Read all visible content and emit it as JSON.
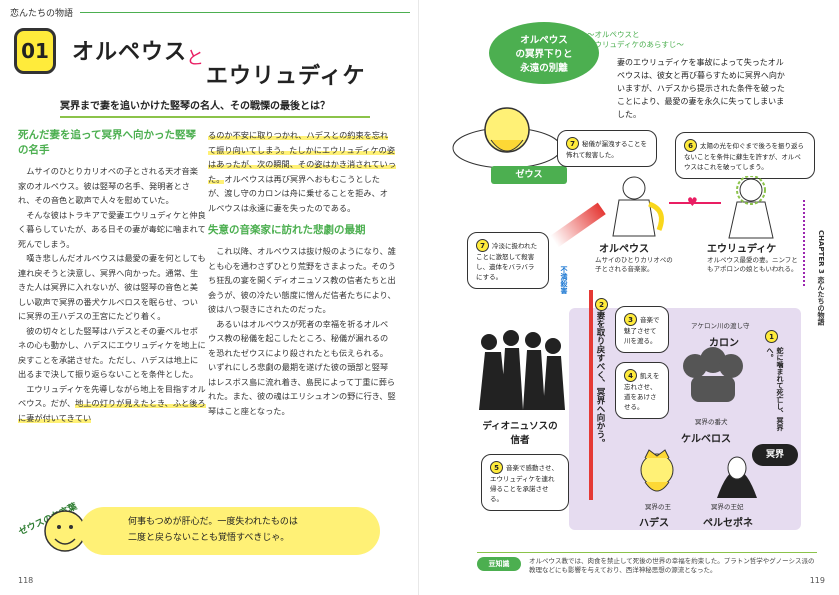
{
  "left": {
    "header_small": "恋んたちの物語",
    "badge": "01",
    "title_part1": "オルペウス",
    "title_to": "と",
    "title_part2": "エウリュディケ",
    "subtitle": "冥界まで妻を追いかけた竪琴の名人、その戦慄の最後とは？",
    "col1": {
      "heading": "死んだ妻を追って冥界へ向かった竪琴の名手",
      "paragraphs": [
        "ムサイのひとりカリオペの子とされる天才音楽家のオルペウス。彼は竪琴の名手、発明者とされ、その音色と歌声で人々を慰めていた。",
        "そんな彼はトラキアで愛妻エウリュディケと仲良く暮らしていたが、ある日その妻が毒蛇に噛まれて死んでしまう。",
        "嘆き悲しんだオルペウスは最愛の妻を何としても連れ戻そうと決意し、冥界へ向かった。通常、生きた人は冥界に入れないが、彼は竪琴の音色と美しい歌声で冥界の番犬ケルベロスを眠らせ、ついに冥界の王ハデスの王宮にたどり着く。",
        "彼の切々とした竪琴はハデスとその妻ペルセポネの心も動かし、ハデスにエウリュディケを地上に戻すことを承諾させた。ただし、ハデスは地上に出るまで決して振り返らないことを条件とした。",
        "エウリュディケを先導しながら地上を目指すオルペウス。だが、"
      ],
      "highlight_end": "地上の灯りが見えたとき、ふと後ろに妻が付いてきてい"
    },
    "col2": {
      "highlight_start": "るのか不安に取りつかれ、ハデスとの約束を忘れて振り向いてしまう。たしかにエウリュディケの姿はあったが、次の瞬間、その姿はかき消されていった。",
      "p1_rest": "オルペウスは再び冥界へおもむこうとしたが、渡し守のカロンは舟に乗せることを拒み、オルペウスは永遠に妻を失ったのである。",
      "heading": "失意の音楽家に訪れた悲劇の最期",
      "paragraphs": [
        "これ以降、オルペウスは抜け殻のようになり、誰とも心を通わさずひとり荒野をさまよった。そのうち狂乱の宴を開くディオニュソス教の信者たちと出会うが、彼の冷たい態度に憎んだ信者たちにより、彼は八つ裂きにされたのだった。",
        "あるいはオルペウスが死者の幸福を祈るオルペウス教の秘儀を起こしたところ、秘儀が漏れるのを恐れたゼウスにより殺されたとも伝えられる。いずれにしろ悲劇の最期を遂げた彼の頭部と竪琴はレスボス島に流れ着き、島民によって丁重に葬られた。また、彼の魂はエリシュオンの野に行き、竪琴はこと座となった。"
      ]
    },
    "zeus_label": "ゼウスのお言葉",
    "zeus_quote_line1": "何事もつめが肝心だ。一度失われたものは",
    "zeus_quote_line2": "二度と戻らないことも覚悟すべきじゃ。",
    "page_number": "118"
  },
  "right": {
    "ribbon_line1": "オルペウス",
    "ribbon_line2": "の冥界下りと",
    "ribbon_line3": "永遠の別離",
    "summary_title_line1": "～オルペウスと",
    "summary_title_line2": "エウリュディケのあらすじ～",
    "summary": "妻のエウリュディケを事故によって失ったオルペウスは、彼女と再び暮らすために冥界へ向かいますが、ハデスから提示された条件を破ったことにより、最愛の妻を永久に失ってしまいました。",
    "zeus_tag": "ゼウス",
    "bubble7a_num": "7",
    "bubble7a": "秘儀が漏洩することを怖れて殺害した。",
    "bubble6_num": "6",
    "bubble6": "太陽の光を仰ぐまで後ろを振り返らないことを条件に蘇生を許すが、オルペウスはこれを破ってしまう。",
    "bubble7b_num": "7",
    "bubble7b": "冷淡に扱われたことに激怒して殺害し、遺体をバラバラにする。",
    "orpheus_name": "オルペウス",
    "orpheus_desc": "ムサイのひとりカリオペの子とされる音楽家。",
    "eurydice_name": "エウリュディケ",
    "eurydice_desc": "オルペウス最愛の妻。ニンフともアポロンの娘ともいわれる。",
    "kill_label": "殺害",
    "kill_label2": "不満",
    "step1": "蛇に噛まれて死亡し、冥界へ。",
    "step2": "妻を取り戻すべく、冥界へ向かう。",
    "step3": "音楽で魅了させて川を渡る。",
    "charon_role": "アケロン川の渡し守",
    "charon_name": "カロン",
    "step4": "飢えを忘れさせ、道をあけさせる。",
    "cerberus_role": "冥界の番犬",
    "cerberus_name": "ケルベロス",
    "meikai": "冥界",
    "step5": "音楽で感動させ、エウリュディケを連れ帰ることを承諾させる。",
    "hades_role": "冥界の王",
    "hades_name": "ハデス",
    "persephone_role": "冥界の王妃",
    "persephone_name": "ペルセポネ",
    "dionysus_line1": "ディオニュソスの",
    "dionysus_line2": "信者",
    "chapter": "CHAPTER 3 恋んたちの物語",
    "trivia_tag": "豆知識",
    "trivia": "オルペウス教では、肉食を禁止して死後の世界の幸福を約束した。プラトン哲学やグノーシス派の教理などにも影響を与えており、西洋神秘思想の源流となった。",
    "page_number": "119"
  },
  "colors": {
    "accent_green": "#4caf50",
    "highlight_yellow": "#fff176",
    "arrow_red": "#e53935",
    "underworld_purple": "#e6dcf0"
  }
}
